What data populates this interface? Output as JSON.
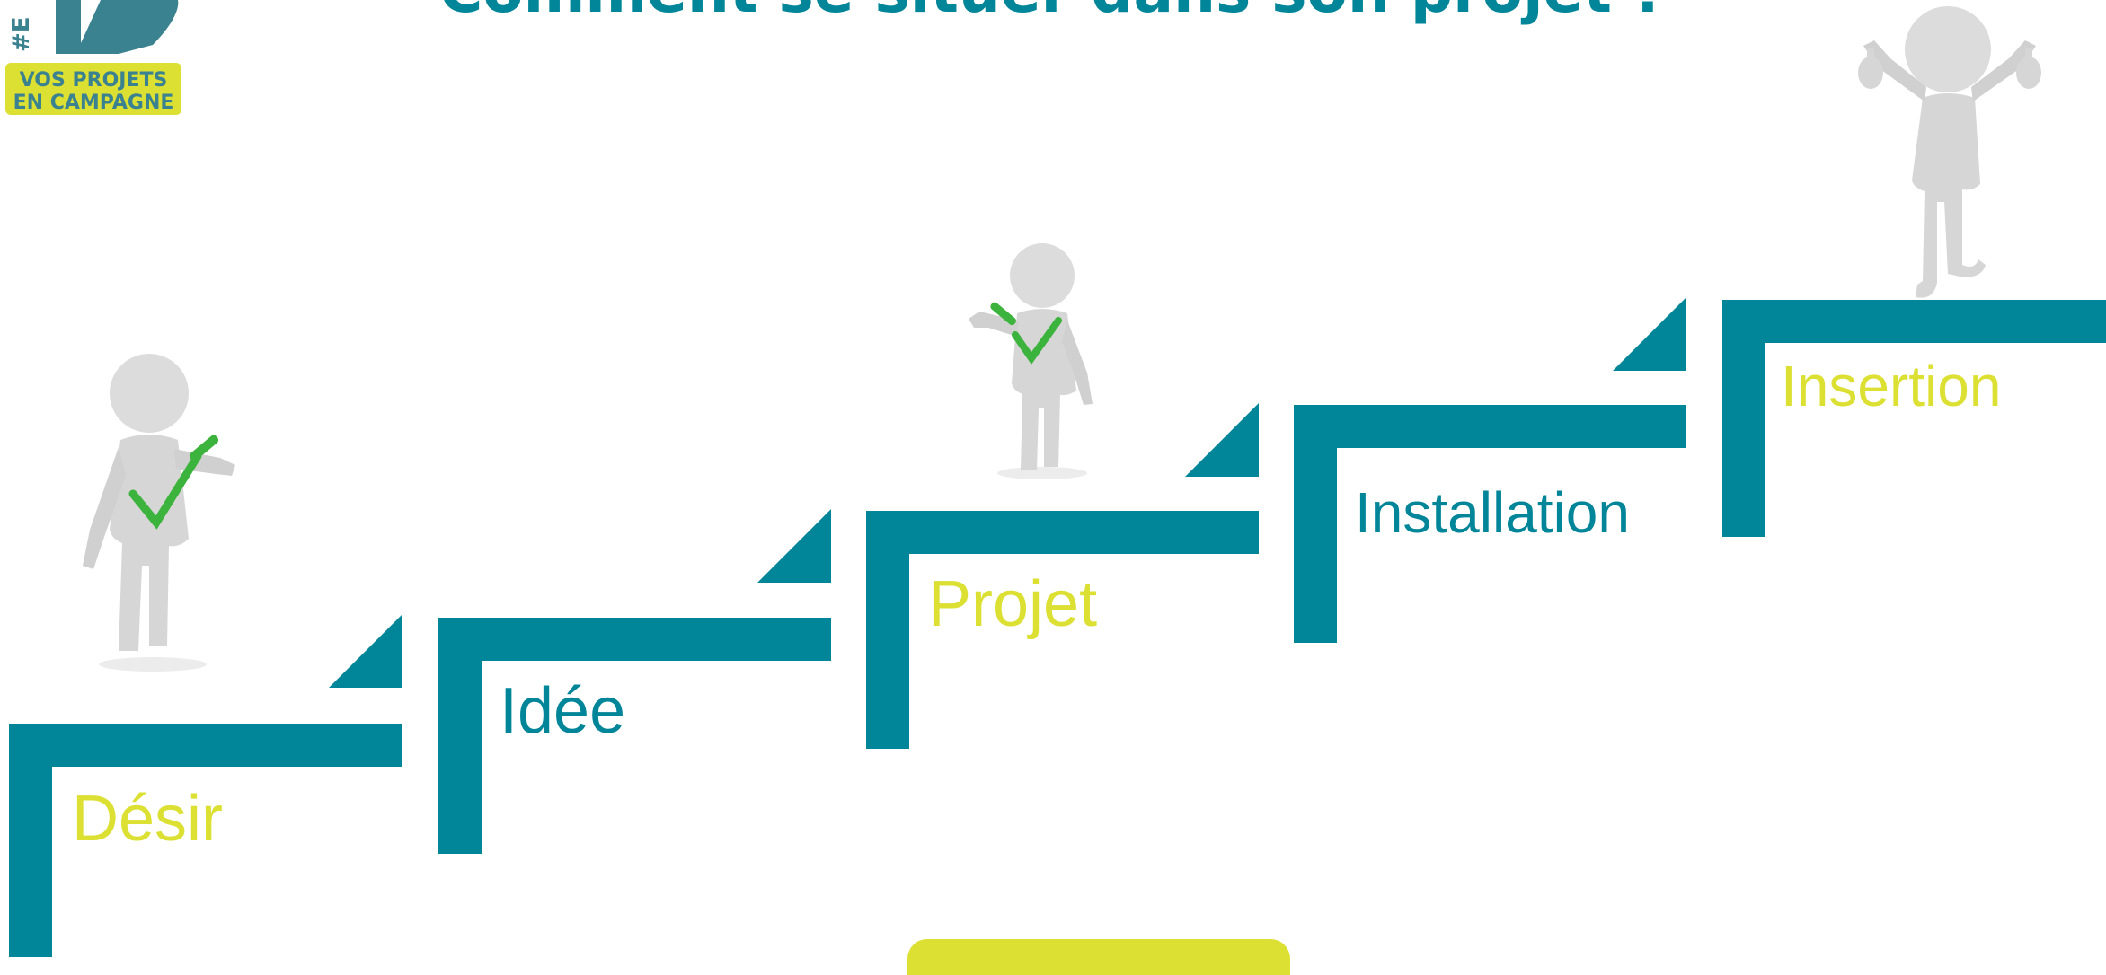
{
  "title": "Comment se situer dans son projet ?",
  "logo": {
    "hashtag": "#E",
    "line1": "VOS PROJETS",
    "line2": "EN CAMPAGNE"
  },
  "steps": [
    {
      "label": "Désir",
      "color": "#dce033"
    },
    {
      "label": "Idée",
      "color": "#008599"
    },
    {
      "label": "Projet",
      "color": "#dce033"
    },
    {
      "label": "Installation",
      "color": "#008599"
    },
    {
      "label": "Insertion",
      "color": "#dce033"
    }
  ],
  "colors": {
    "teal": "#008599",
    "yellow": "#dce033",
    "figure": "#d9d9d9",
    "check": "#3cb33c"
  }
}
